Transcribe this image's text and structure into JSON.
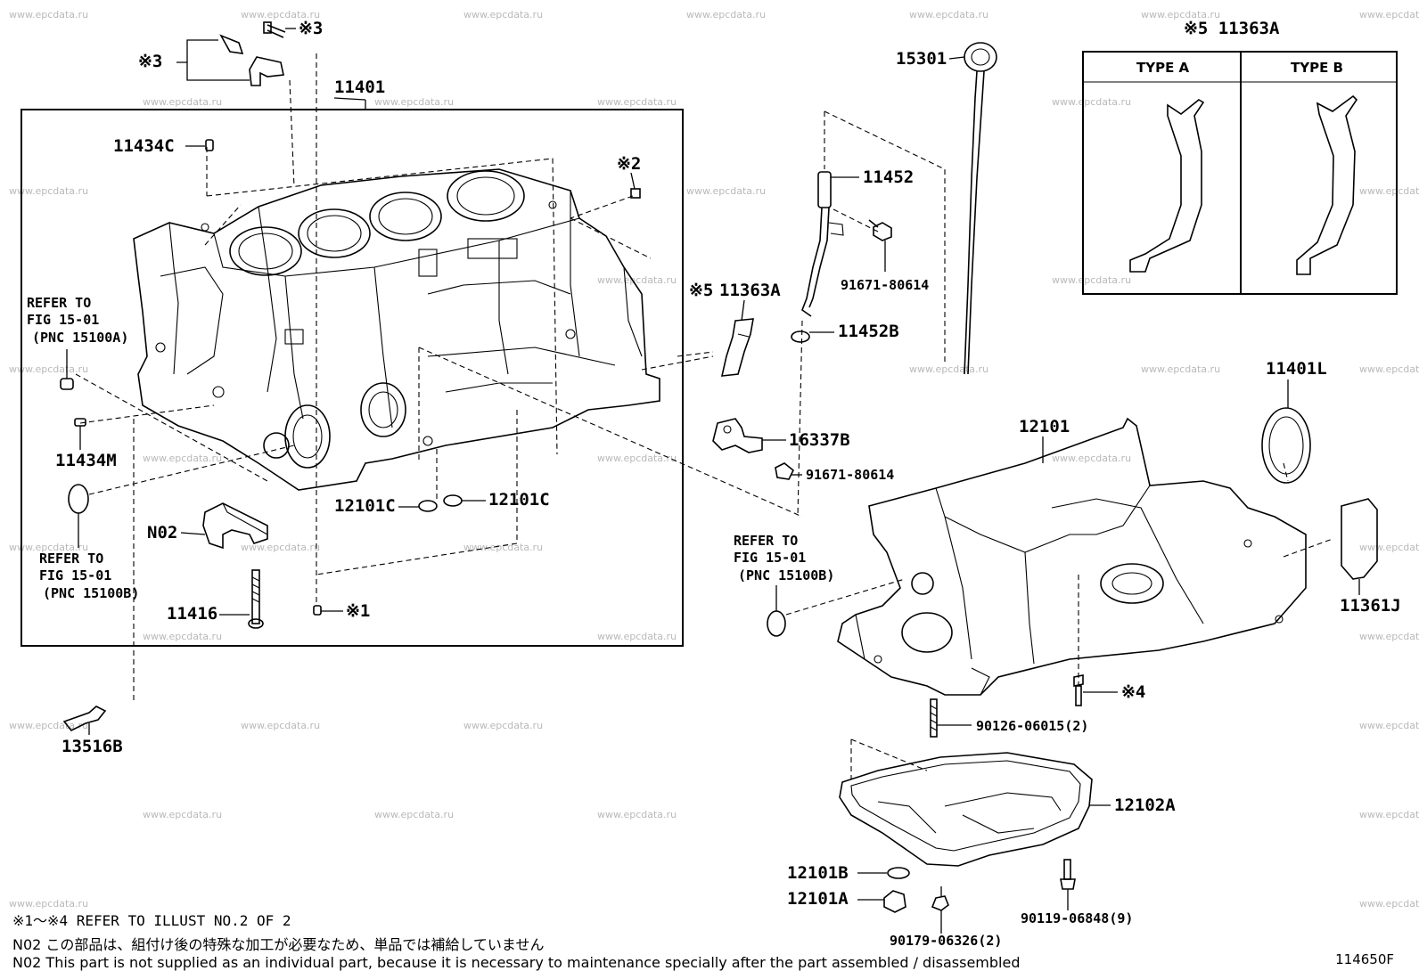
{
  "watermark": "www.epcdata.ru",
  "labels": {
    "p_11401": "11401",
    "p_11434C": "11434C",
    "p_11434M": "11434M",
    "p_13516B": "13516B",
    "p_11416": "11416",
    "p_N02": "N02",
    "p_12101C_a": "12101C",
    "p_12101C_b": "12101C",
    "p_11452": "11452",
    "p_91671_80614_a": "91671-80614",
    "p_11452B": "11452B",
    "p_11363A": "11363A",
    "p_16337B": "16337B",
    "p_91671_80614_b": "91671-80614",
    "p_15301": "15301",
    "p_11401L": "11401L",
    "p_12101": "12101",
    "p_11361J": "11361J",
    "p_90126_06015": "90126-06015(2)",
    "p_12102A": "12102A",
    "p_12101B": "12101B",
    "p_12101A": "12101A",
    "p_90179_06326": "90179-06326(2)",
    "p_90119_06848": "90119-06848(9)",
    "mark_1": "※1",
    "mark_2": "※2",
    "mark_3_a": "※3",
    "mark_3_b": "※3",
    "mark_4": "※4",
    "mark_5": "※5"
  },
  "refer_blocks": {
    "refer_a": [
      "REFER TO",
      "FIG 15-01",
      "(PNC 15100A)"
    ],
    "refer_b": [
      "REFER TO",
      "FIG 15-01",
      "(PNC 15100B)"
    ],
    "refer_c": [
      "REFER TO",
      "FIG 15-01",
      "(PNC 15100B)"
    ]
  },
  "inset": {
    "title": "※5 11363A",
    "type_a": "TYPE A",
    "type_b": "TYPE B"
  },
  "footnotes": {
    "line1": "※1～※4 REFER TO ILLUST NO.2 OF 2",
    "line2": "N02 この部品は、組付け後の特殊な加工が必要なため、単品では補給していません",
    "line3": "N02 This part is not supplied as an individual part, because it is necessary to maintenance specially after the part assembled / disassembled"
  },
  "figure_code": "114650F"
}
